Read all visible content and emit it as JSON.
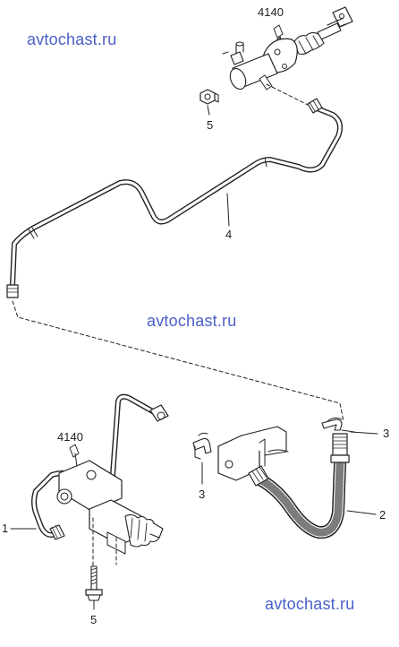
{
  "watermarks": [
    "avtochast.ru",
    "avtochast.ru",
    "avtochast.ru"
  ],
  "callouts": {
    "master_cylinder_ref": "4140",
    "nut_top": "5",
    "pipe": "4",
    "slave_cylinder_ref": "4140",
    "slave_pipe": "1",
    "clip_left": "3",
    "clip_right": "3",
    "hose": "2",
    "bolt_bottom": "5"
  },
  "colors": {
    "watermark": "#4a5fc9",
    "line": "#222222"
  }
}
